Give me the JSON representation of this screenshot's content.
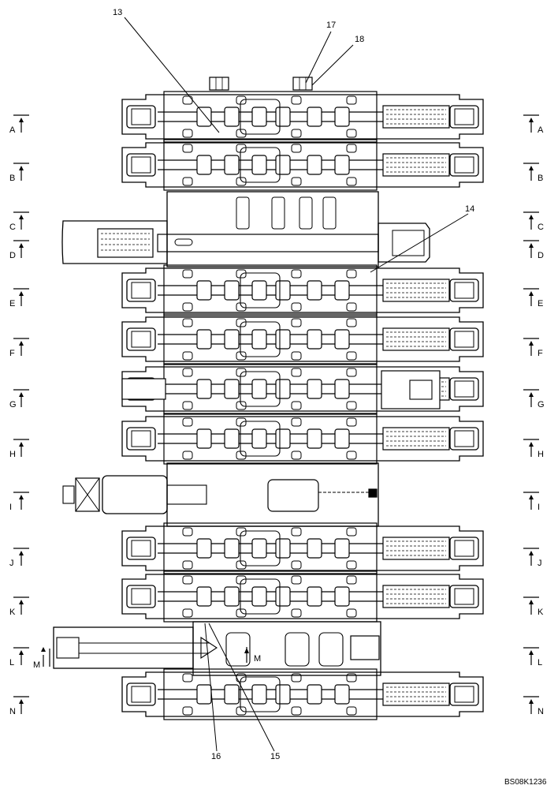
{
  "section_labels": [
    "A",
    "B",
    "C",
    "D",
    "E",
    "F",
    "G",
    "H",
    "I",
    "J",
    "K",
    "L",
    "N"
  ],
  "m_label": "M",
  "callouts": [
    "13",
    "17",
    "18",
    "14",
    "16",
    "15"
  ],
  "drawing_code": "BS08K1236",
  "colors": {
    "line": "#000000",
    "background": "#ffffff"
  }
}
